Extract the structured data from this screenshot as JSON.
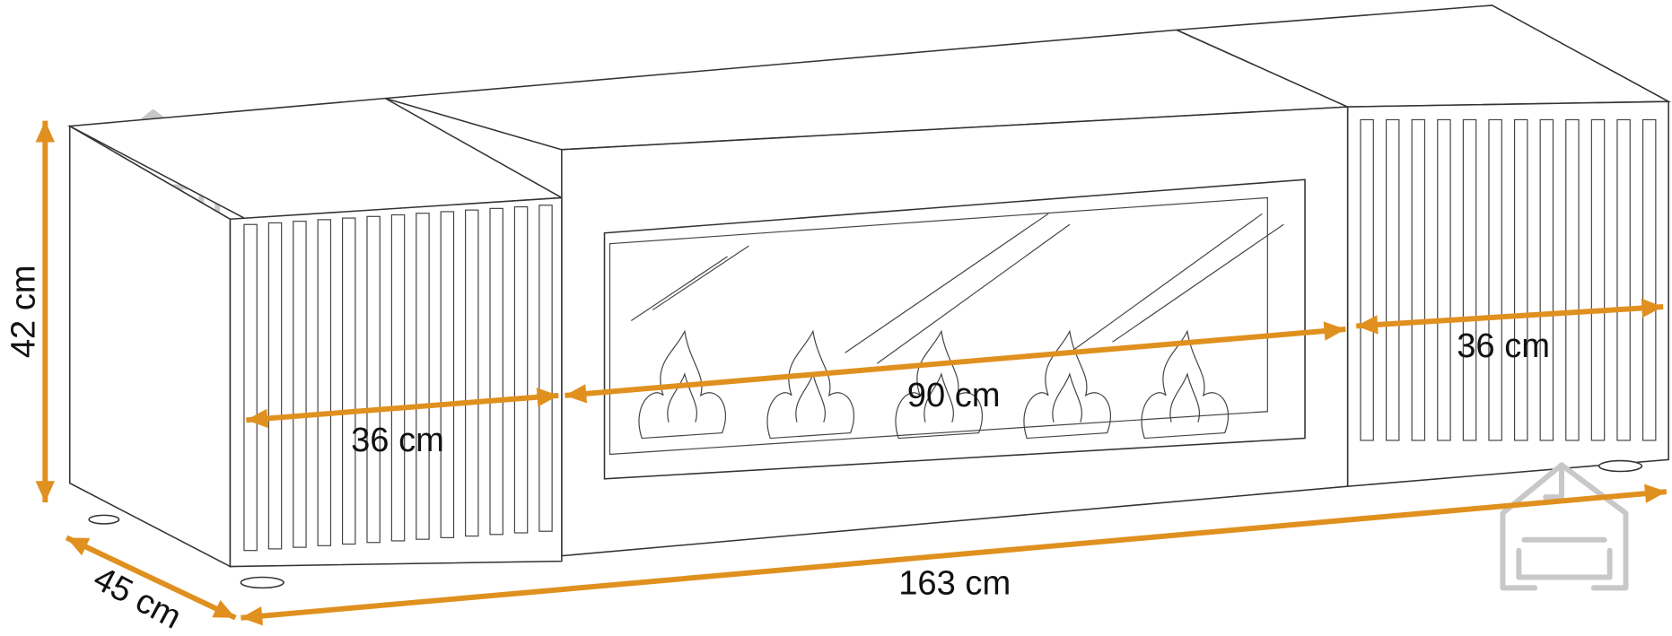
{
  "dimensions": {
    "height": "42 cm",
    "depth": "45 cm",
    "total_width": "163 cm",
    "left_cabinet_width": "36 cm",
    "fireplace_width": "90 cm",
    "right_cabinet_width": "36 cm"
  },
  "colors": {
    "arrow": "#E0901F",
    "watermark": "#c8c8c8"
  },
  "icons": [
    "house-sofa-watermark-icon"
  ]
}
